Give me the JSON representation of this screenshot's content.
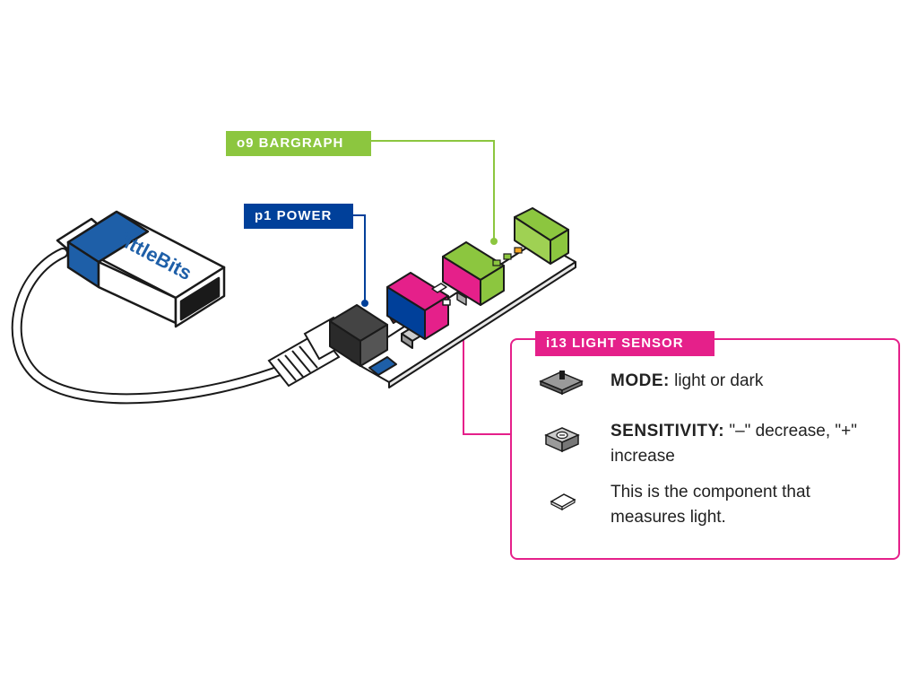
{
  "labels": {
    "bargraph": "o9 BARGRAPH",
    "power": "p1 POWER",
    "sensor": "i13 LIGHT SENSOR"
  },
  "battery": {
    "brand": "littleBits"
  },
  "legend": [
    {
      "icon": "mode-switch-icon",
      "key": "MODE:",
      "text": " light or dark"
    },
    {
      "icon": "sensitivity-dial-icon",
      "key": "SENSITIVITY:",
      "text": " \"–\" decrease, \"+\" increase"
    },
    {
      "icon": "light-sensor-component-icon",
      "key": "",
      "text": "This is the component that measures light."
    }
  ],
  "colors": {
    "power": "#00409a",
    "bargraph": "#8cc63f",
    "sensor": "#e5208a",
    "outline": "#1a1a1a"
  }
}
